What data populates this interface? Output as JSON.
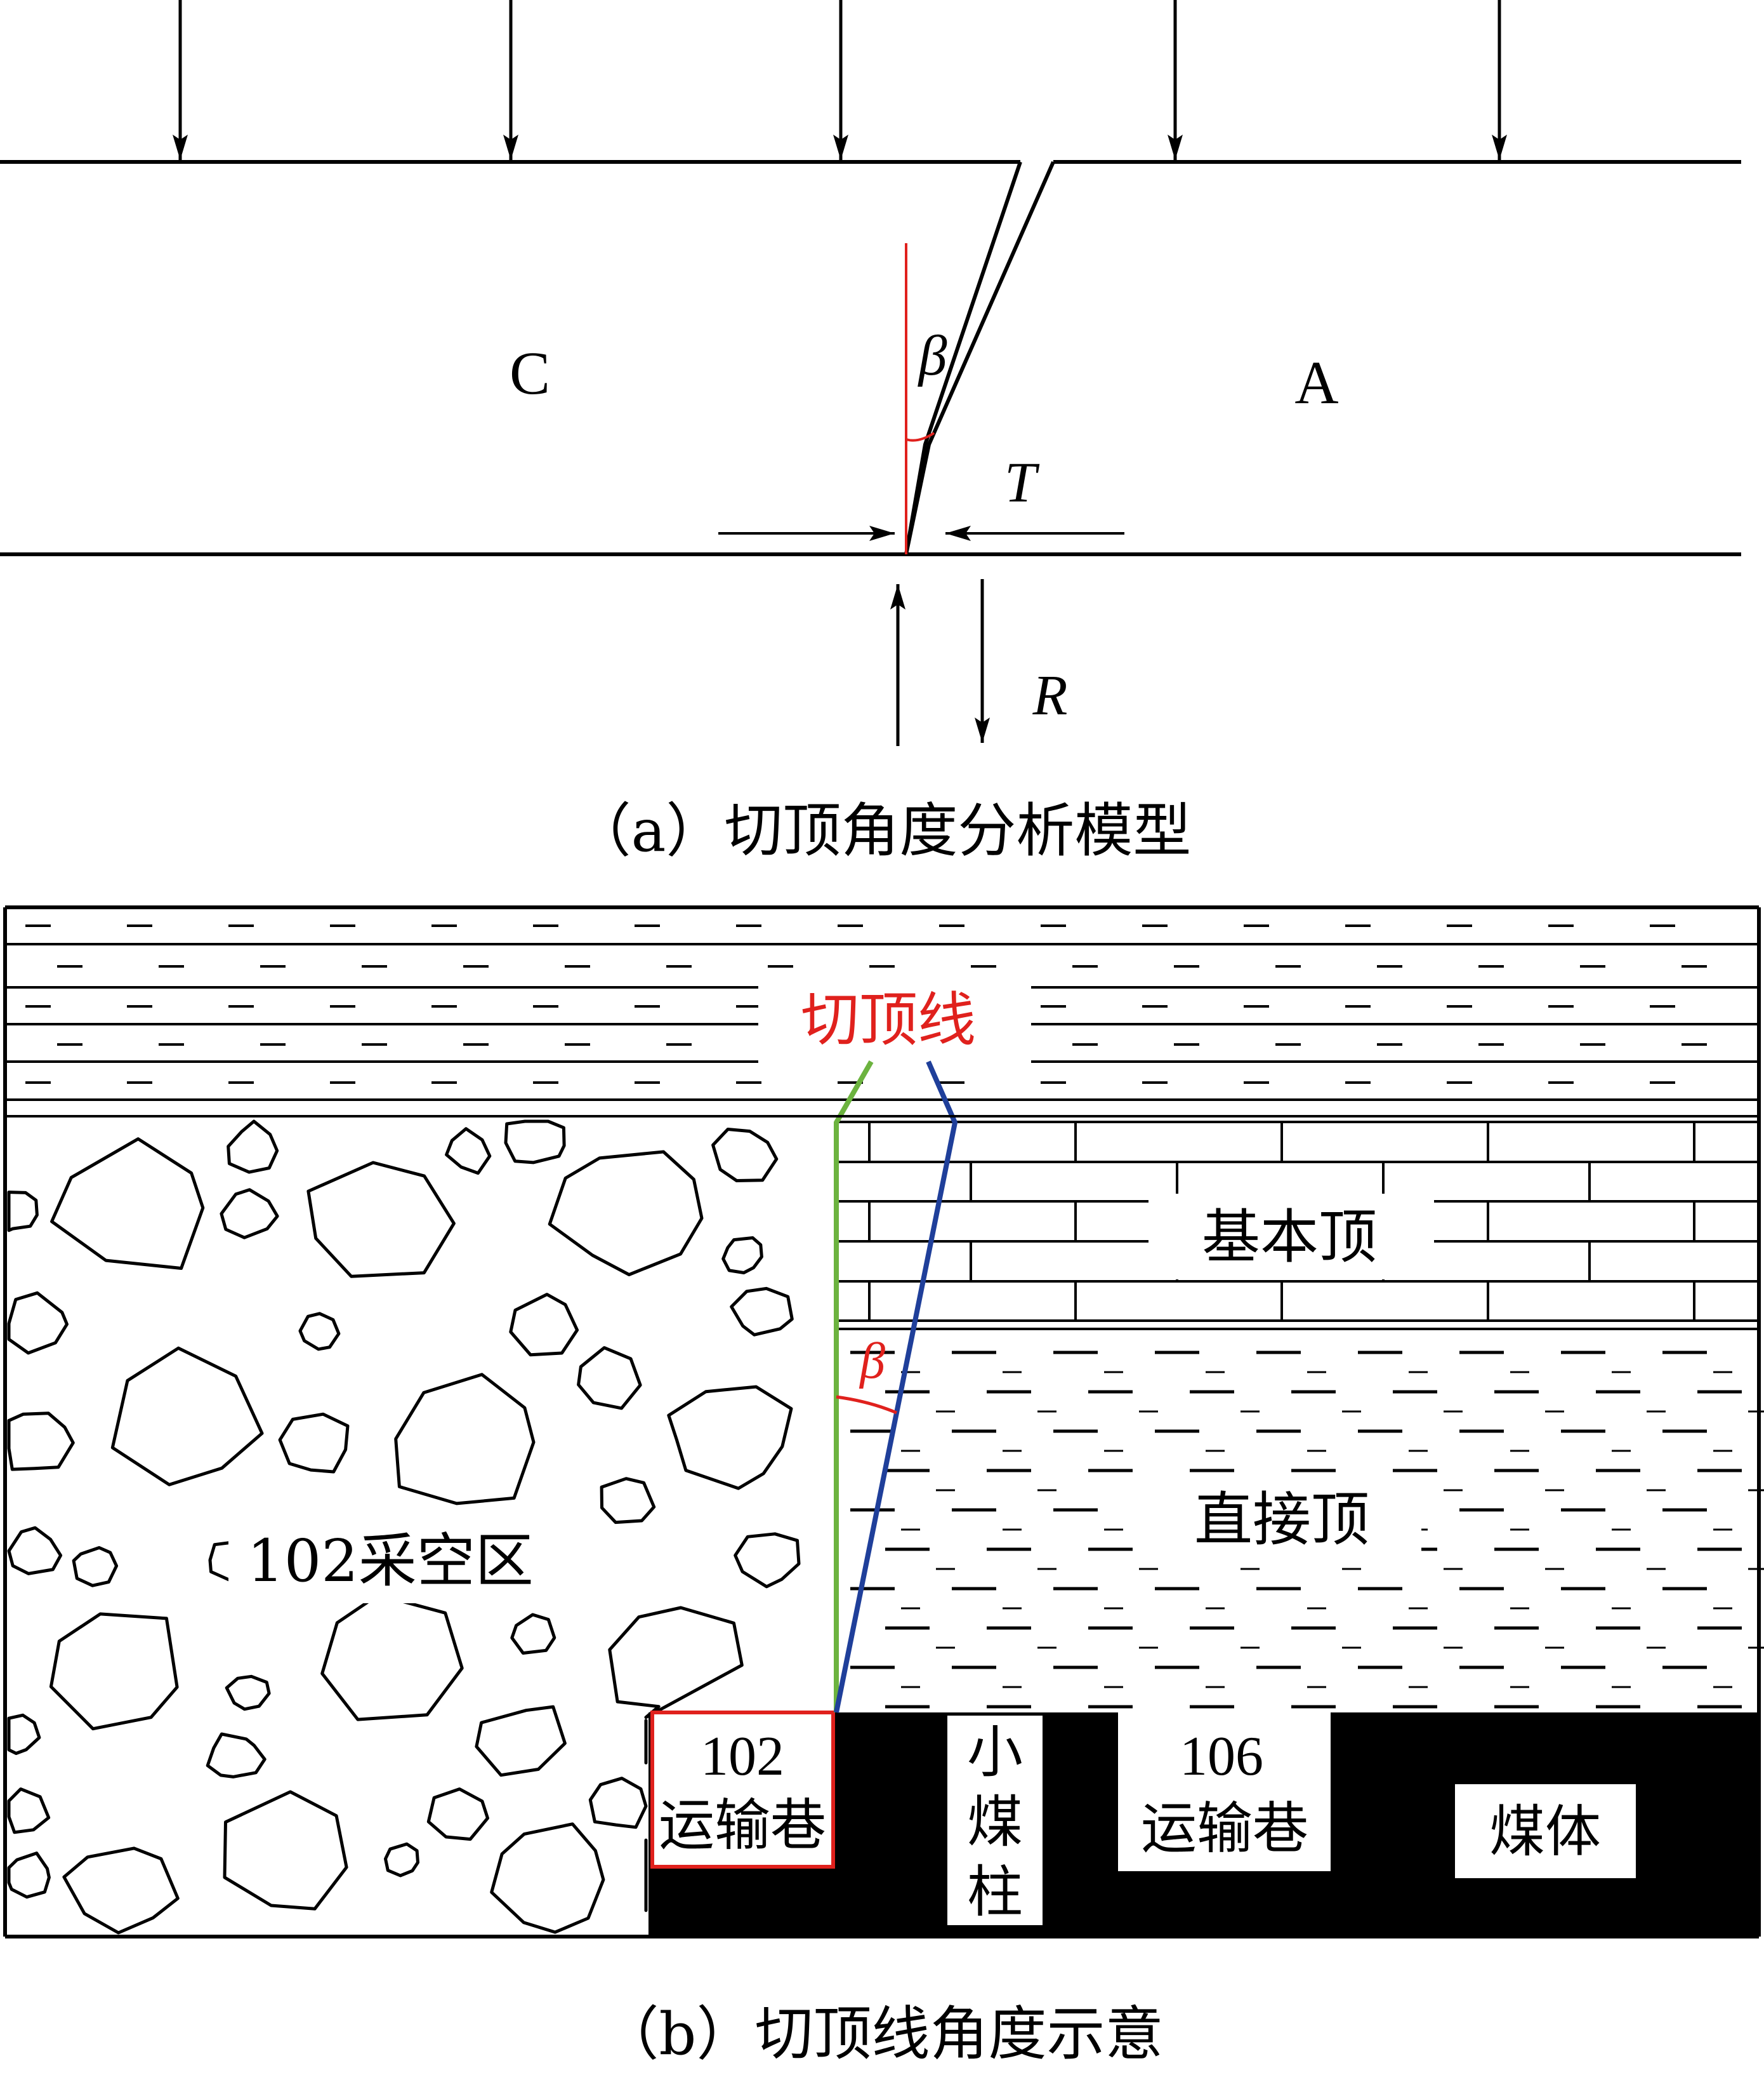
{
  "panel_a": {
    "caption": "（a）切顶角度分析模型",
    "label_left_block": "C",
    "label_right_block": "A",
    "label_angle": "β",
    "label_horizontal_force": "T",
    "label_vertical_force": "R",
    "colors": {
      "angle_reference": "#e0211d",
      "lines": "#000000"
    }
  },
  "panel_b": {
    "caption": "（b）切顶线角度示意",
    "cut_line_label": "切顶线",
    "main_roof_label": "基本顶",
    "immediate_roof_label": "直接顶",
    "goaf_label": "102采空区",
    "roadway_102": [
      "102",
      "运输巷"
    ],
    "small_pillar": [
      "小",
      "煤",
      "柱"
    ],
    "roadway_106": [
      "106",
      "运输巷"
    ],
    "coal_body_label": "煤体",
    "angle_label": "β",
    "colors": {
      "vertical_cut_line": "#6cb33f",
      "inclined_cut_line": "#1f3f9a",
      "highlight": "#e0211d",
      "coal": "#000000"
    }
  }
}
